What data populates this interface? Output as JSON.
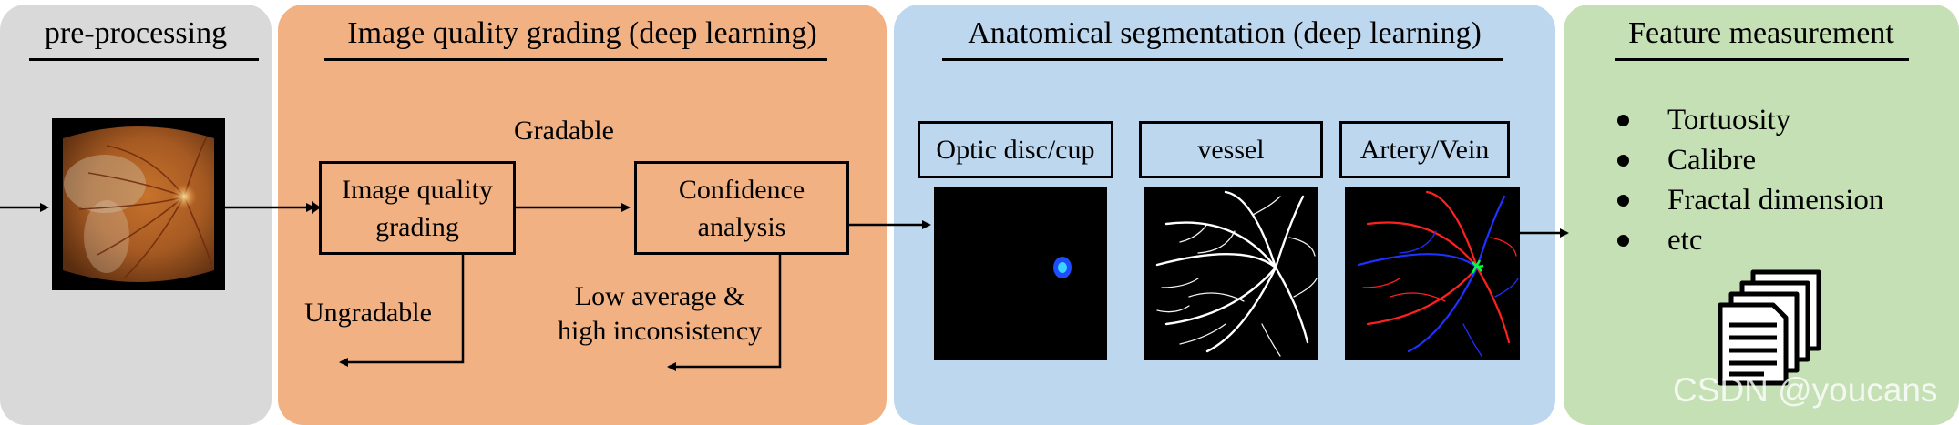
{
  "panels": {
    "preprocessing": {
      "title": "pre-processing",
      "color": "#d9d9d9"
    },
    "quality": {
      "title": "Image quality grading (deep learning)",
      "color": "#f2b183",
      "gradable_label": "Gradable",
      "grading_box": [
        "Image quality",
        "grading"
      ],
      "confidence_box": [
        "Confidence",
        "analysis"
      ],
      "ungradable_label": "Ungradable",
      "low_average_label": [
        "Low average &",
        "high inconsistency"
      ]
    },
    "segmentation": {
      "title": "Anatomical segmentation (deep learning)",
      "color": "#bdd7ee",
      "tabs": [
        "Optic disc/cup",
        "vessel",
        "Artery/Vein"
      ]
    },
    "features": {
      "title": "Feature measurement",
      "color": "#c5e0b4",
      "items": [
        "Tortuosity",
        "Calibre",
        "Fractal dimension",
        "etc"
      ]
    }
  },
  "watermark": "CSDN @youcans",
  "icons": [
    "fundus-photo-icon",
    "optic-disc-map-icon",
    "vessel-map-icon",
    "artery-vein-map-icon",
    "documents-stack-icon"
  ]
}
